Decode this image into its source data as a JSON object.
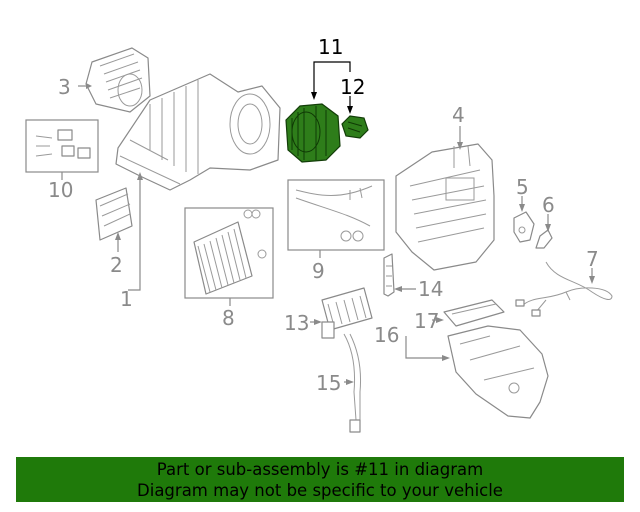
{
  "callouts": {
    "c1": "1",
    "c2": "2",
    "c3": "3",
    "c4": "4",
    "c5": "5",
    "c6": "6",
    "c7": "7",
    "c8": "8",
    "c9": "9",
    "c10": "10",
    "c11": "11",
    "c12": "12",
    "c13": "13",
    "c14": "14",
    "c15": "15",
    "c16": "16",
    "c17": "17"
  },
  "highlighted_part": "11",
  "colors": {
    "highlight": "#2e7d1a",
    "banner": "#1f7a0a",
    "linework": "#8a8a8a"
  },
  "banner": {
    "line1": "Part or sub-assembly is #11 in diagram",
    "line2": "Diagram may not be specific to your vehicle"
  }
}
